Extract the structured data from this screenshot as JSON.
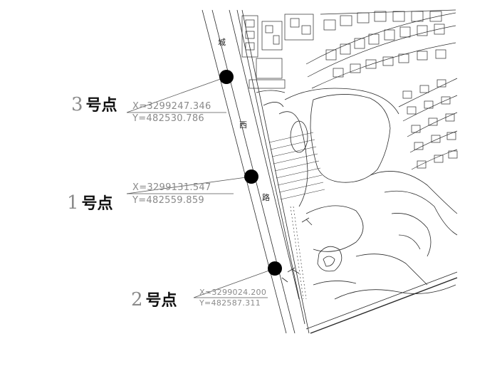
{
  "road_name_chars": [
    "城",
    "西",
    "路"
  ],
  "points": [
    {
      "id": "3",
      "number": "3",
      "suffix": "号点",
      "x_text": "X=3299247.346",
      "y_text": "Y=482530.786"
    },
    {
      "id": "1",
      "number": "1",
      "suffix": "号点",
      "x_text": "X=3299131.547",
      "y_text": "Y=482559.859"
    },
    {
      "id": "2",
      "number": "2",
      "suffix": "号点",
      "x_text": "X=3299024.200",
      "y_text": "Y=482587.311"
    }
  ],
  "colors": {
    "linework": "#2a2a2a",
    "label_gray": "#8a8a8a",
    "marker": "#000000"
  }
}
